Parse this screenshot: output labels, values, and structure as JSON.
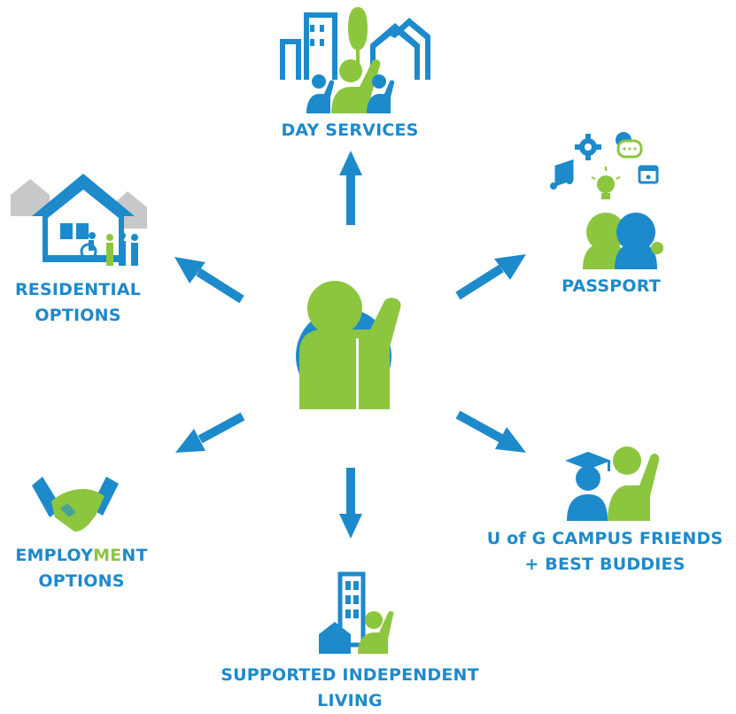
{
  "center": {
    "icon": "raised-hand-person-icon"
  },
  "nodes": [
    {
      "id": "day-services",
      "label": "DAY SERVICES",
      "icon": "city-buildings-people-icon"
    },
    {
      "id": "passport",
      "label": "PASSPORT",
      "icon": "two-people-activities-icon"
    },
    {
      "id": "residential",
      "label_line1": "RESIDENTIAL",
      "label_line2": "OPTIONS",
      "icon": "houses-people-icon"
    },
    {
      "id": "employment",
      "label_pre": "EMPLOY",
      "label_hl": "ME",
      "label_post": "NT",
      "label_line2": "OPTIONS",
      "icon": "handshake-icon"
    },
    {
      "id": "campus",
      "label_line1": "U of G CAMPUS FRIENDS",
      "label_line2": "+ BEST BUDDIES",
      "icon": "graduate-friends-icon"
    },
    {
      "id": "supported",
      "label_line1": "SUPPORTED INDEPENDENT",
      "label_line2": "LIVING",
      "icon": "apartment-person-icon"
    }
  ],
  "colors": {
    "blue": "#1d8acb",
    "green": "#8cc63f",
    "grey": "#c6c8ca"
  }
}
